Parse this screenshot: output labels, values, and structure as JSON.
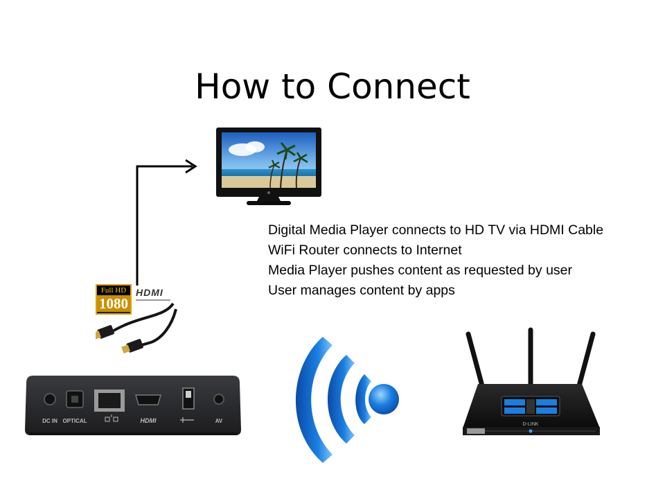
{
  "slide": {
    "title": "How to Connect",
    "bullets": [
      "Digital Media Player connects to HD TV via HDMI Cable",
      "WiFi Router connects to Internet",
      "Media Player pushes content as requested by user",
      "User manages content by apps"
    ]
  },
  "badges": {
    "full_hd": "Full HD",
    "resolution": "1080",
    "hdmi_logo": "HDMI"
  },
  "media_box": {
    "ports": [
      "DC IN",
      "OPTICAL",
      "HDMI",
      "AV"
    ]
  },
  "router": {
    "brand": "D-LINK"
  },
  "colors": {
    "wifi_blue": "#1a7fe0",
    "wifi_dark": "#0a4aa8",
    "device_body": "#2a2b2e",
    "router_body": "#141414",
    "hd_badge": "#e0a800"
  },
  "icons": [
    "arrow-icon",
    "tv-icon",
    "hdmi-cable-icon",
    "wifi-icon",
    "router-icon",
    "media-player-icon"
  ]
}
